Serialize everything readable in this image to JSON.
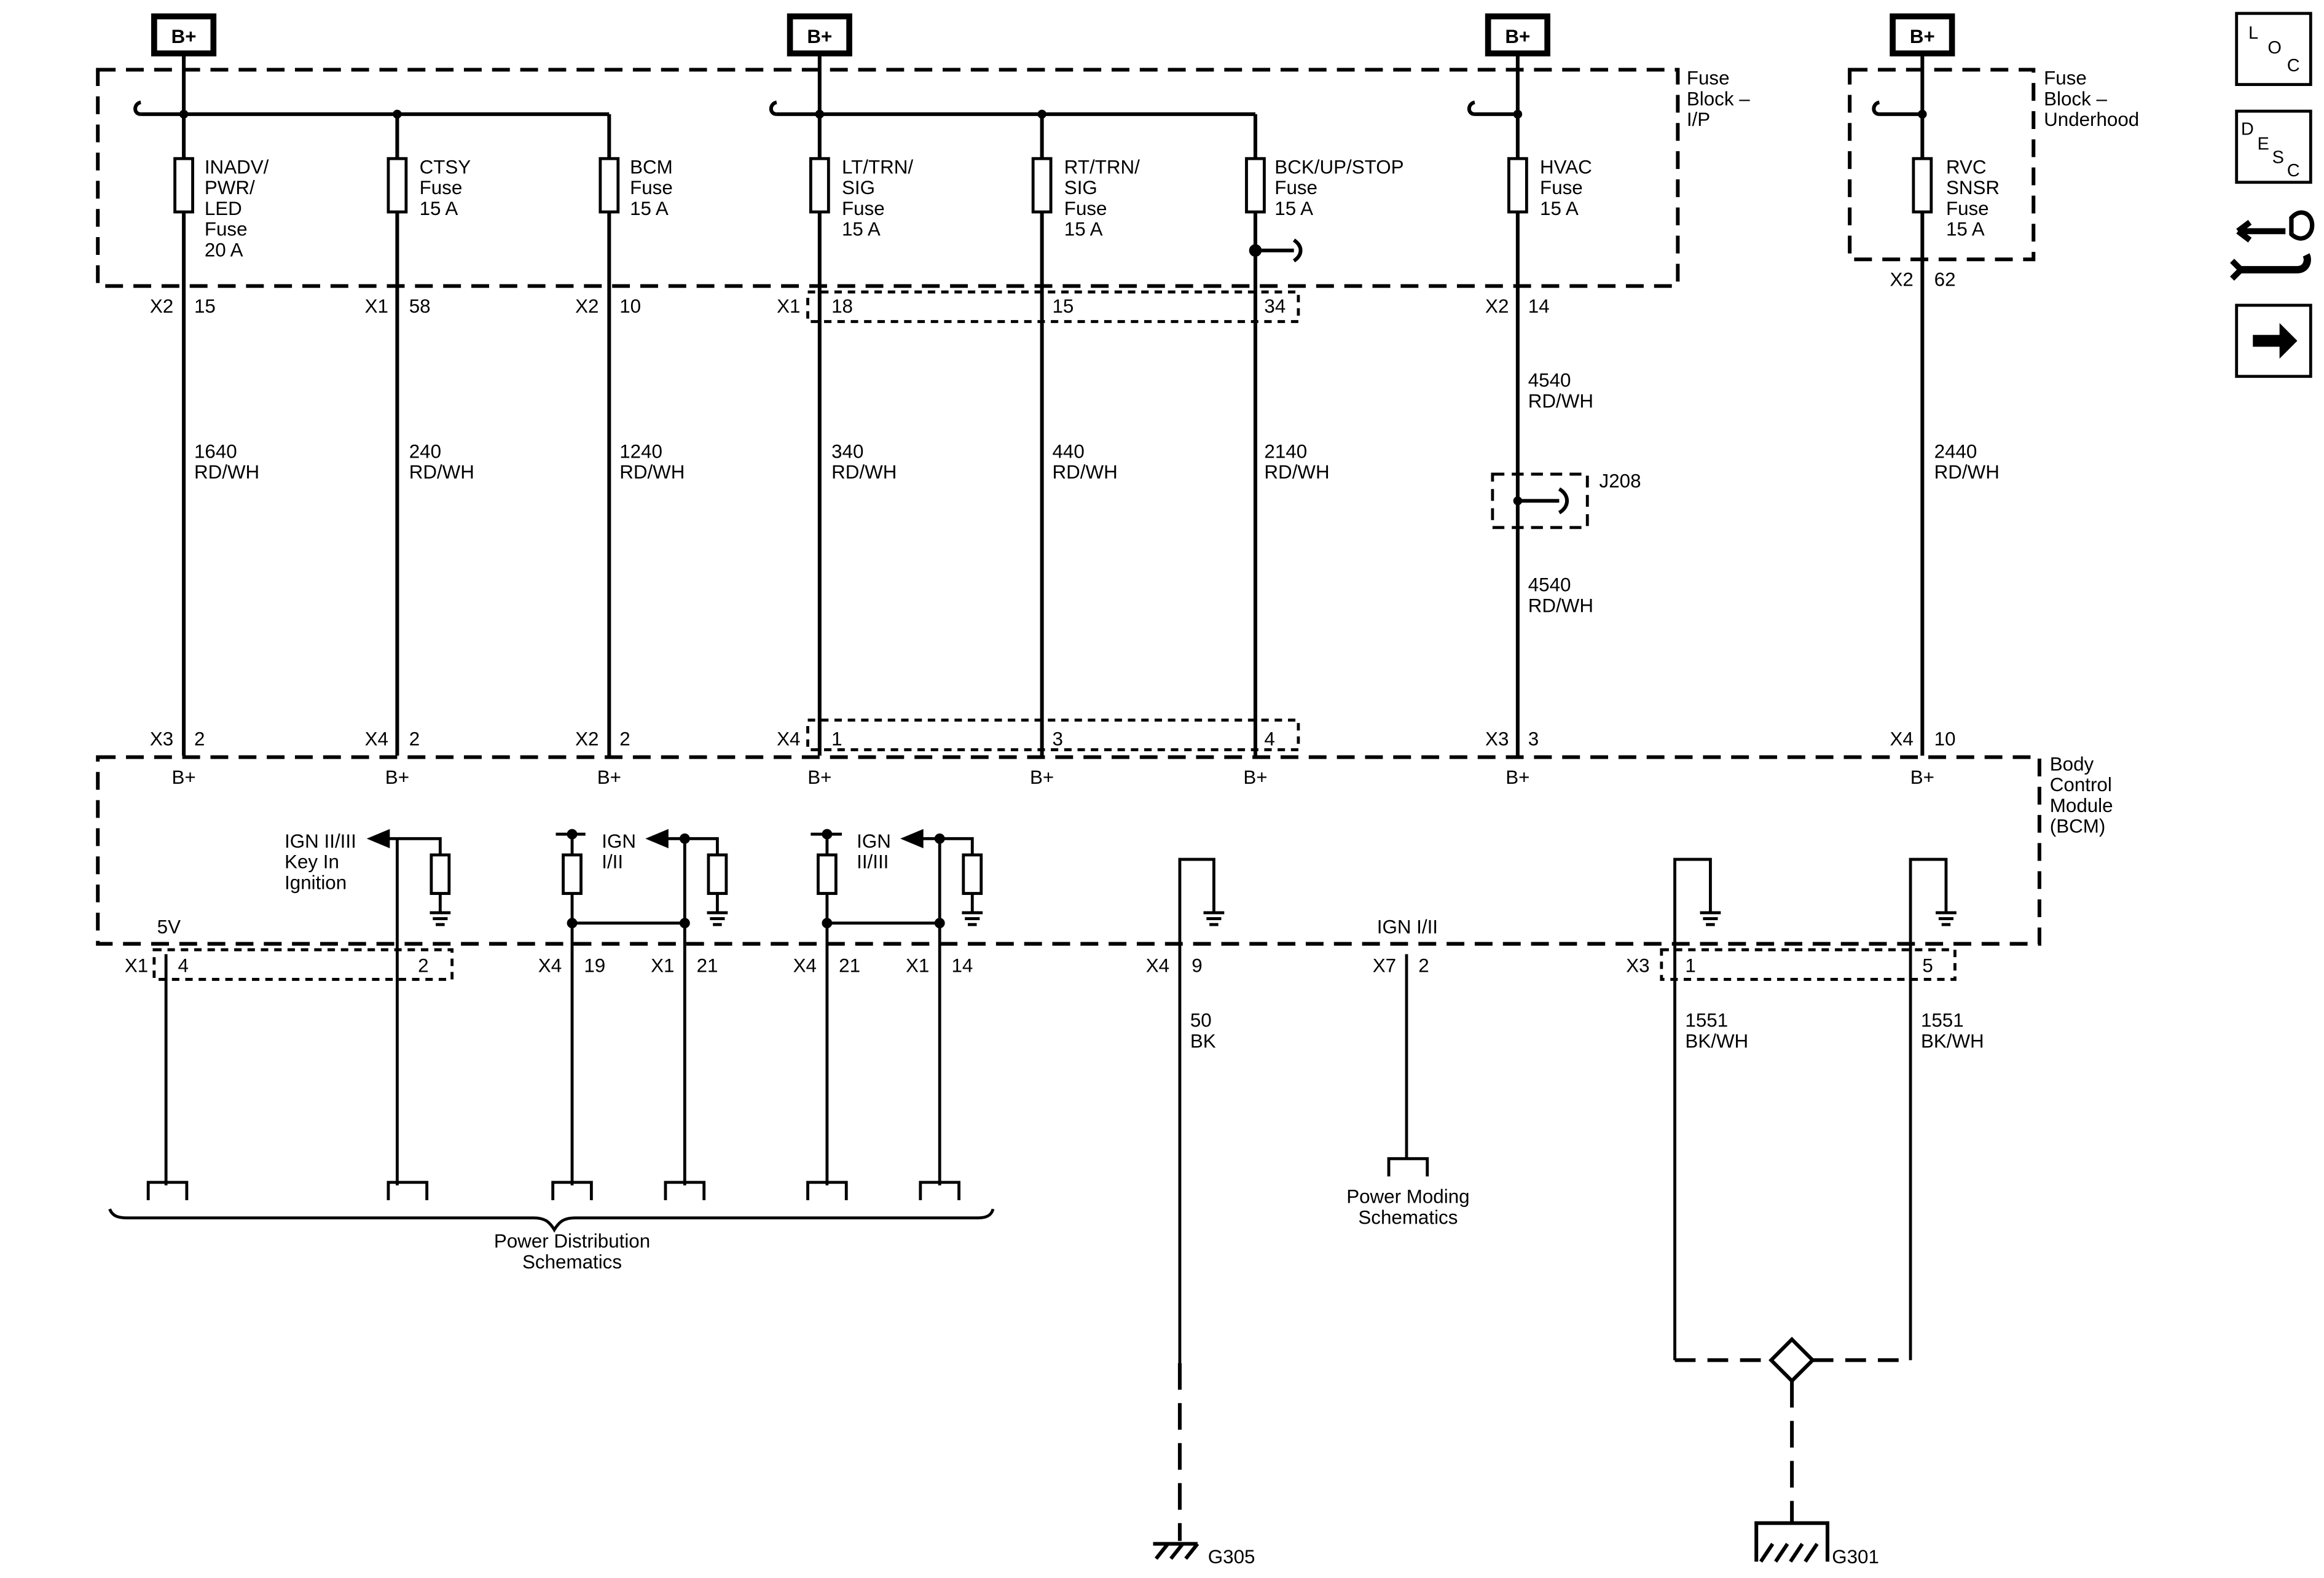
{
  "battery_label": "B+",
  "fuse_block_ip": {
    "line1": "Fuse",
    "line2": "Block –",
    "line3": "I/P"
  },
  "fuse_block_uh": {
    "line1": "Fuse",
    "line2": "Block –",
    "line3": "Underhood"
  },
  "bcm": {
    "line1": "Body",
    "line2": "Control",
    "line3": "Module",
    "line4": "(BCM)"
  },
  "circuits": [
    {
      "fuse": [
        "INADV/",
        "PWR/",
        "LED",
        "Fuse",
        "20 A"
      ],
      "top_conn": "X2",
      "top_pin": "15",
      "wire_num": "1640",
      "wire_color": "RD/WH",
      "bot_conn": "X3",
      "bot_pin": "2",
      "bcm_pin": "B+"
    },
    {
      "fuse": [
        "CTSY",
        "Fuse",
        "15 A"
      ],
      "top_conn": "X1",
      "top_pin": "58",
      "wire_num": "240",
      "wire_color": "RD/WH",
      "bot_conn": "X4",
      "bot_pin": "2",
      "bcm_pin": "B+"
    },
    {
      "fuse": [
        "BCM",
        "Fuse",
        "15 A"
      ],
      "top_conn": "X2",
      "top_pin": "10",
      "wire_num": "1240",
      "wire_color": "RD/WH",
      "bot_conn": "X2",
      "bot_pin": "2",
      "bcm_pin": "B+"
    },
    {
      "fuse": [
        "LT/TRN/",
        "SIG",
        "Fuse",
        "15 A"
      ],
      "top_conn": "X1",
      "top_pin": "18",
      "wire_num": "340",
      "wire_color": "RD/WH",
      "bot_conn": "X4",
      "bot_pin": "1",
      "bcm_pin": "B+"
    },
    {
      "fuse": [
        "RT/TRN/",
        "SIG",
        "Fuse",
        "15 A"
      ],
      "top_conn": "",
      "top_pin": "15",
      "wire_num": "440",
      "wire_color": "RD/WH",
      "bot_conn": "",
      "bot_pin": "3",
      "bcm_pin": "B+"
    },
    {
      "fuse": [
        "BCK/UP/STOP",
        "Fuse",
        "15 A"
      ],
      "top_conn": "",
      "top_pin": "34",
      "wire_num": "2140",
      "wire_color": "RD/WH",
      "bot_conn": "",
      "bot_pin": "4",
      "bcm_pin": "B+"
    },
    {
      "fuse": [
        "HVAC",
        "Fuse",
        "15 A"
      ],
      "top_conn": "X2",
      "top_pin": "14",
      "wire_num": "4540",
      "wire_color": "RD/WH",
      "bot_conn": "X3",
      "bot_pin": "3",
      "bcm_pin": "B+"
    },
    {
      "fuse": [
        "RVC",
        "SNSR",
        "Fuse",
        "15 A"
      ],
      "top_conn": "X2",
      "top_pin": "62",
      "wire_num": "2440",
      "wire_color": "RD/WH",
      "bot_conn": "X4",
      "bot_pin": "10",
      "bcm_pin": "B+"
    }
  ],
  "splice": {
    "name": "J208",
    "wire_num": "4540",
    "wire_color": "RD/WH"
  },
  "outputs": {
    "five_v": "5V",
    "ign_key": [
      "IGN II/III",
      "Key In",
      "Ignition"
    ],
    "ign_1_2": [
      "IGN",
      "I/II"
    ],
    "ign_2_3": [
      "IGN",
      "II/III"
    ],
    "ign_power_moding": "IGN I/II"
  },
  "bottom_pins": [
    {
      "conn": "X1",
      "pin": "4"
    },
    {
      "conn": "",
      "pin": "2"
    },
    {
      "conn": "X4",
      "pin": "19"
    },
    {
      "conn": "X1",
      "pin": "21"
    },
    {
      "conn": "X4",
      "pin": "21"
    },
    {
      "conn": "X1",
      "pin": "14"
    },
    {
      "conn": "X4",
      "pin": "9"
    },
    {
      "conn": "X7",
      "pin": "2"
    },
    {
      "conn": "X3",
      "pin": "1"
    },
    {
      "conn": "",
      "pin": "5"
    }
  ],
  "ground_wires": {
    "g305_wire": {
      "num": "50",
      "color": "BK"
    },
    "g301_wire_a": {
      "num": "1551",
      "color": "BK/WH"
    },
    "g301_wire_b": {
      "num": "1551",
      "color": "BK/WH"
    }
  },
  "power_distribution": [
    "Power Distribution",
    "Schematics"
  ],
  "power_moding": [
    "Power Moding",
    "Schematics"
  ],
  "grounds": {
    "g305": "G305",
    "g301": "G301"
  },
  "nav": {
    "loc": [
      "L",
      "O",
      "C"
    ],
    "desc": [
      "D",
      "E",
      "S",
      "C"
    ]
  }
}
